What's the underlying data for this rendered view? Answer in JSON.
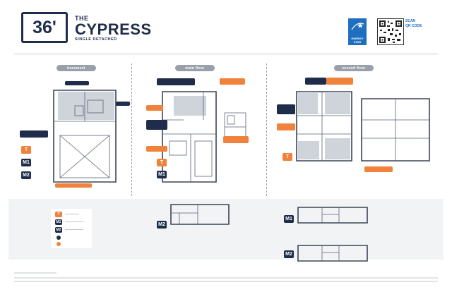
{
  "header": {
    "lot_size": "36'",
    "model_prefix": "THE",
    "model_name": "CYPRESS",
    "model_type": "SINGLE DETACHED",
    "energy_star_text": "",
    "energy_star_logo": "ENERGY STAR",
    "scan_title": "SCAN",
    "scan_subtitle": "QR CODE",
    "scan_lines": [
      "",
      ""
    ]
  },
  "sections": [
    {
      "label": "basement"
    },
    {
      "label": "main floor"
    },
    {
      "label": "second floor"
    }
  ],
  "basement_badges": [
    "T",
    "M1",
    "M2"
  ],
  "main_badges": [
    "T",
    "M1"
  ],
  "second_badges": [
    "T"
  ],
  "band_badges": {
    "main": "M2",
    "second_m1": "M1",
    "second_m2": "M2"
  },
  "legend": {
    "items": [
      "T",
      "M1",
      "M2"
    ]
  },
  "colors": {
    "navy": "#1f2d4a",
    "orange": "#f0823c",
    "gray": "#9aa0aa",
    "energy_blue": "#1e6fbf"
  }
}
